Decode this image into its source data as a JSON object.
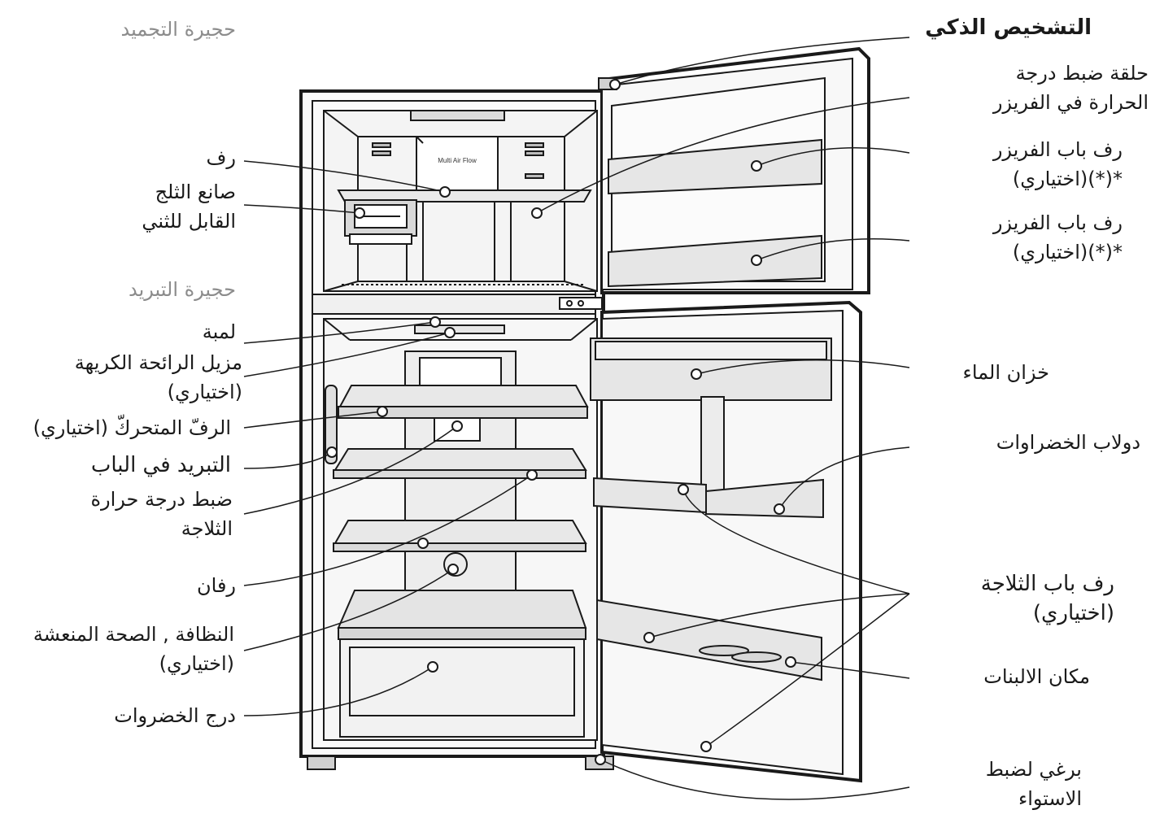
{
  "sections": {
    "freezer": "حجيرة التجميد",
    "fridge": "حجيرة التبريد"
  },
  "left_labels": {
    "shelf": "رف",
    "ice_maker": [
      "صانع الثلج",
      "القابل للثني"
    ],
    "lamp": "لمبة",
    "deodorizer": [
      "مزيل الرائحة الكريهة",
      "(اختياري)"
    ],
    "folding_shelf": "الرفّ المتحركّ (اختياري)",
    "door_cooling": "التبريد في الباب",
    "fridge_temp_control": [
      "ضبط درجة  حرارة",
      "الثلاجة"
    ],
    "shelves": "رفان",
    "fresh_hygiene": [
      "النظافة , الصحة المنعشة",
      "(اختياري)"
    ],
    "vegetable_drawer": "درج الخضروات"
  },
  "right_labels": {
    "smart_diagnosis": "التشخيص الذكي",
    "freezer_temp_control": [
      "حلقة ضبط درجة",
      "الحرارة في الفريزر"
    ],
    "freezer_door_shelf_1": [
      "رف باب الفريزر",
      "*(*)(اختياري)"
    ],
    "freezer_door_shelf_2": [
      "رف باب الفريزر",
      "*(*)(اختياري)"
    ],
    "water_tank": "خزان الماء",
    "vegetable_rack": "دولاب الخضراوات",
    "fridge_door_shelf": [
      "رف باب الثلاجة",
      "(اختياري)"
    ],
    "dairy_corner": "مكان الالبنات",
    "leveling_screw": [
      "برغي لضبط",
      "الاستواء"
    ]
  },
  "panel_text": "Multi Air Flow",
  "colors": {
    "line": "#1a1a1a",
    "panel": "#f3f3f3",
    "label": "#1a1a1a",
    "section": "#8c8c8c"
  }
}
